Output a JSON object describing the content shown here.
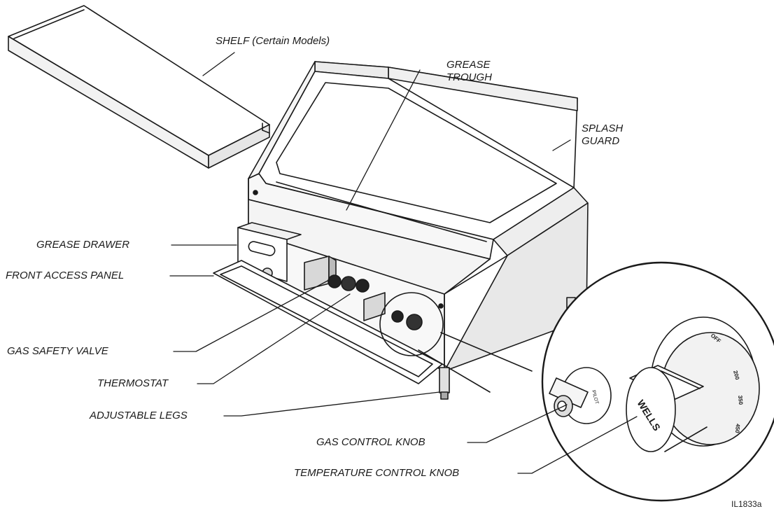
{
  "labels": {
    "shelf": "SHELF (Certain Models)",
    "grease_trough": [
      "GREASE",
      "TROUGH"
    ],
    "splash_guard": [
      "SPLASH",
      "GUARD"
    ],
    "grease_drawer": "GREASE DRAWER",
    "front_access_panel": "FRONT ACCESS PANEL",
    "gas_safety_valve": "GAS SAFETY VALVE",
    "thermostat": "THERMOSTAT",
    "adjustable_legs": "ADJUSTABLE LEGS",
    "gas_control_knob": "GAS CONTROL KNOB",
    "temperature_control_knob": "TEMPERATURE CONTROL KNOB"
  },
  "knob_markings": {
    "gas_knob": "PILOT",
    "temp_knob_brand": "WELLS",
    "temp_dial": [
      "OFF",
      "200",
      "350",
      "450"
    ]
  },
  "figure_code": "IL1833a"
}
